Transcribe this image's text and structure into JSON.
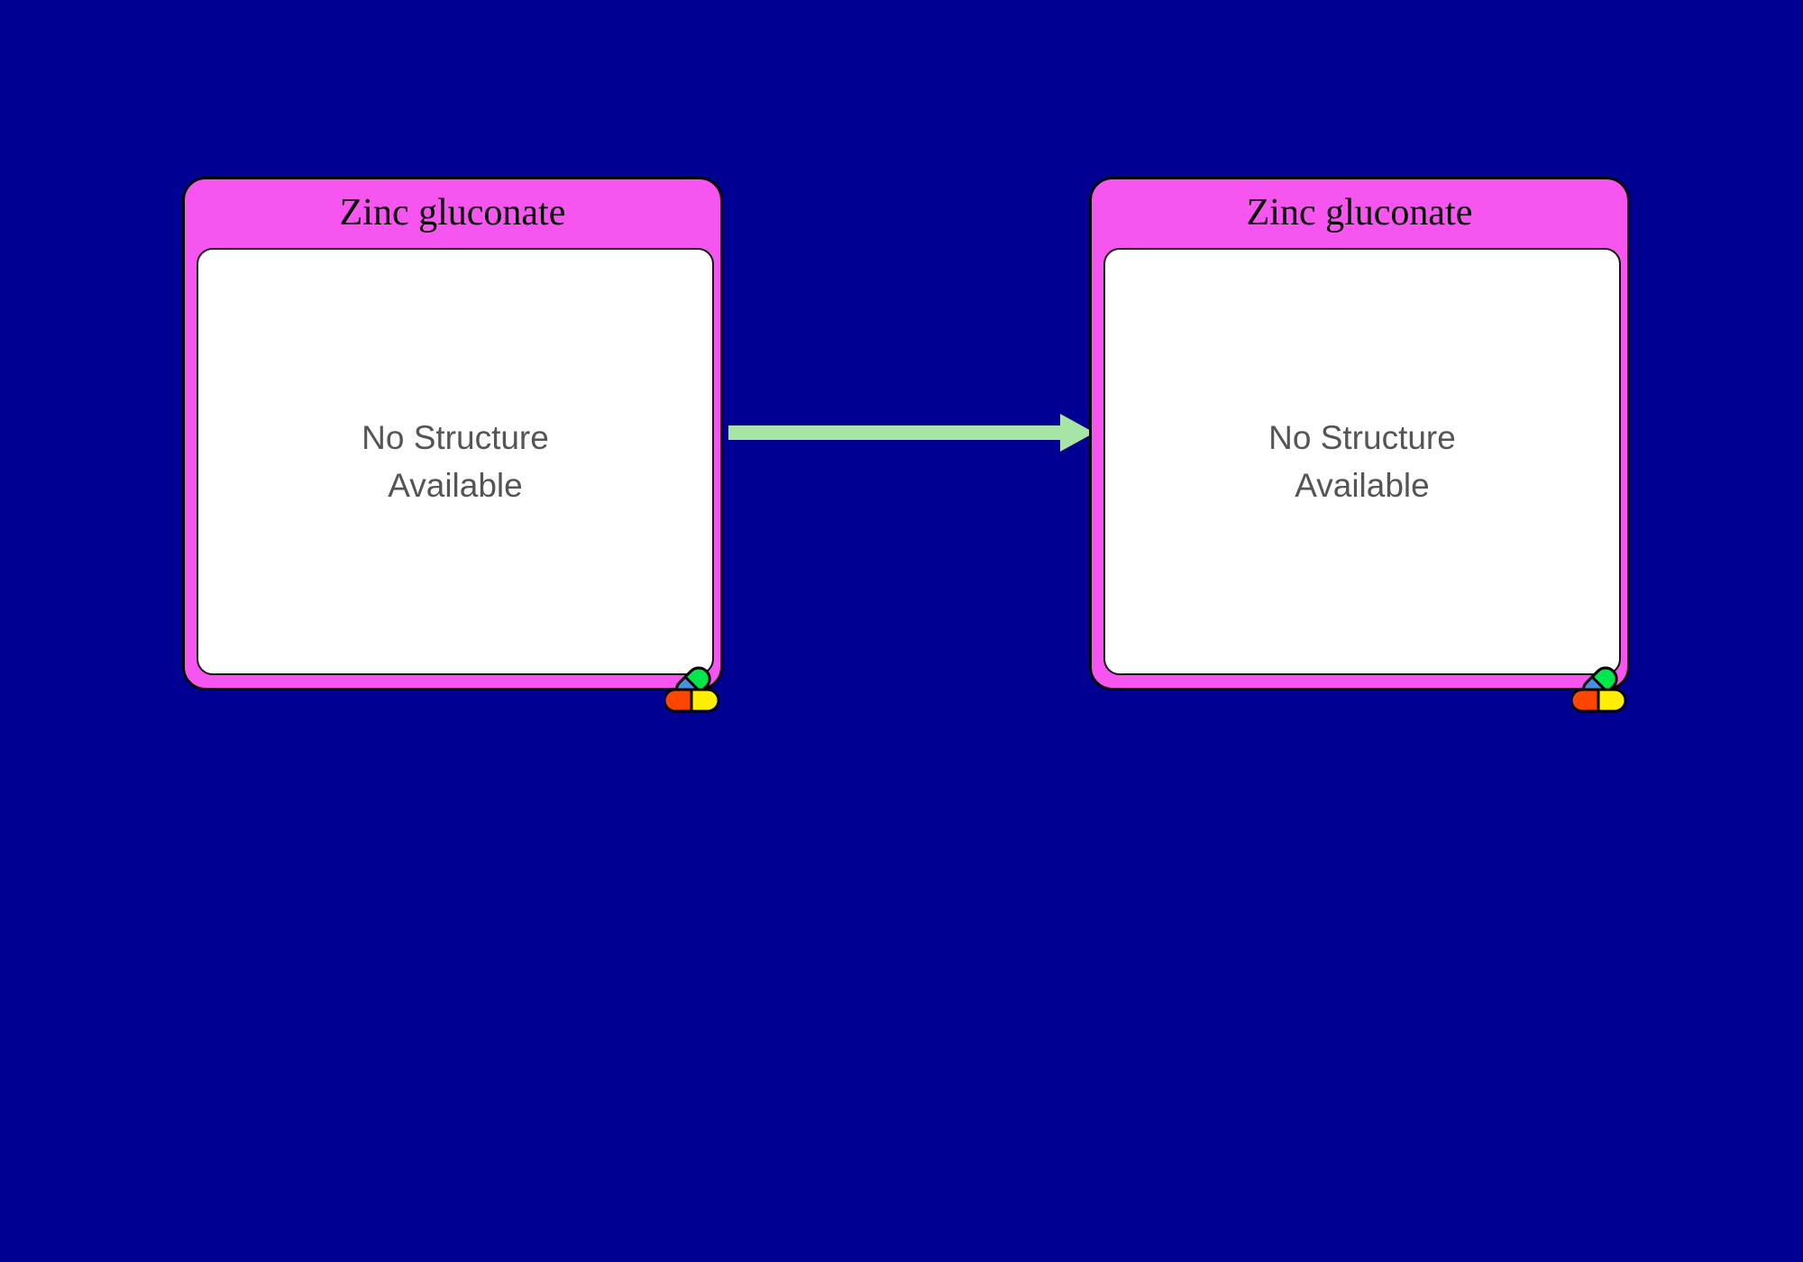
{
  "page": {
    "background_color": "#000093",
    "title": "Compound relationship diagram"
  },
  "palette": {
    "background": "#000093",
    "card_header": "#f655f0",
    "card_border": "#000000",
    "card_body": "#ffffff",
    "title_text": "#000000",
    "placeholder_text": "#555555",
    "arrow": "#a6e5a6",
    "pill_green": "#00e64d",
    "pill_blue": "#4a90e2",
    "pill_orange": "#ff4500",
    "pill_yellow": "#ffee00"
  },
  "nodes": [
    {
      "id": "node-left",
      "title": "Zinc gluconate",
      "structure_placeholder": "No Structure\nAvailable",
      "badge": "pill-capsules-icon"
    },
    {
      "id": "node-right",
      "title": "Zinc gluconate",
      "structure_placeholder": "No Structure\nAvailable",
      "badge": "pill-capsules-icon"
    }
  ],
  "edges": [
    {
      "id": "edge-left-to-right",
      "from": "node-left",
      "to": "node-right",
      "label": "",
      "style": "solid-arrow",
      "color": "#a6e5a6",
      "direction": "right"
    }
  ]
}
